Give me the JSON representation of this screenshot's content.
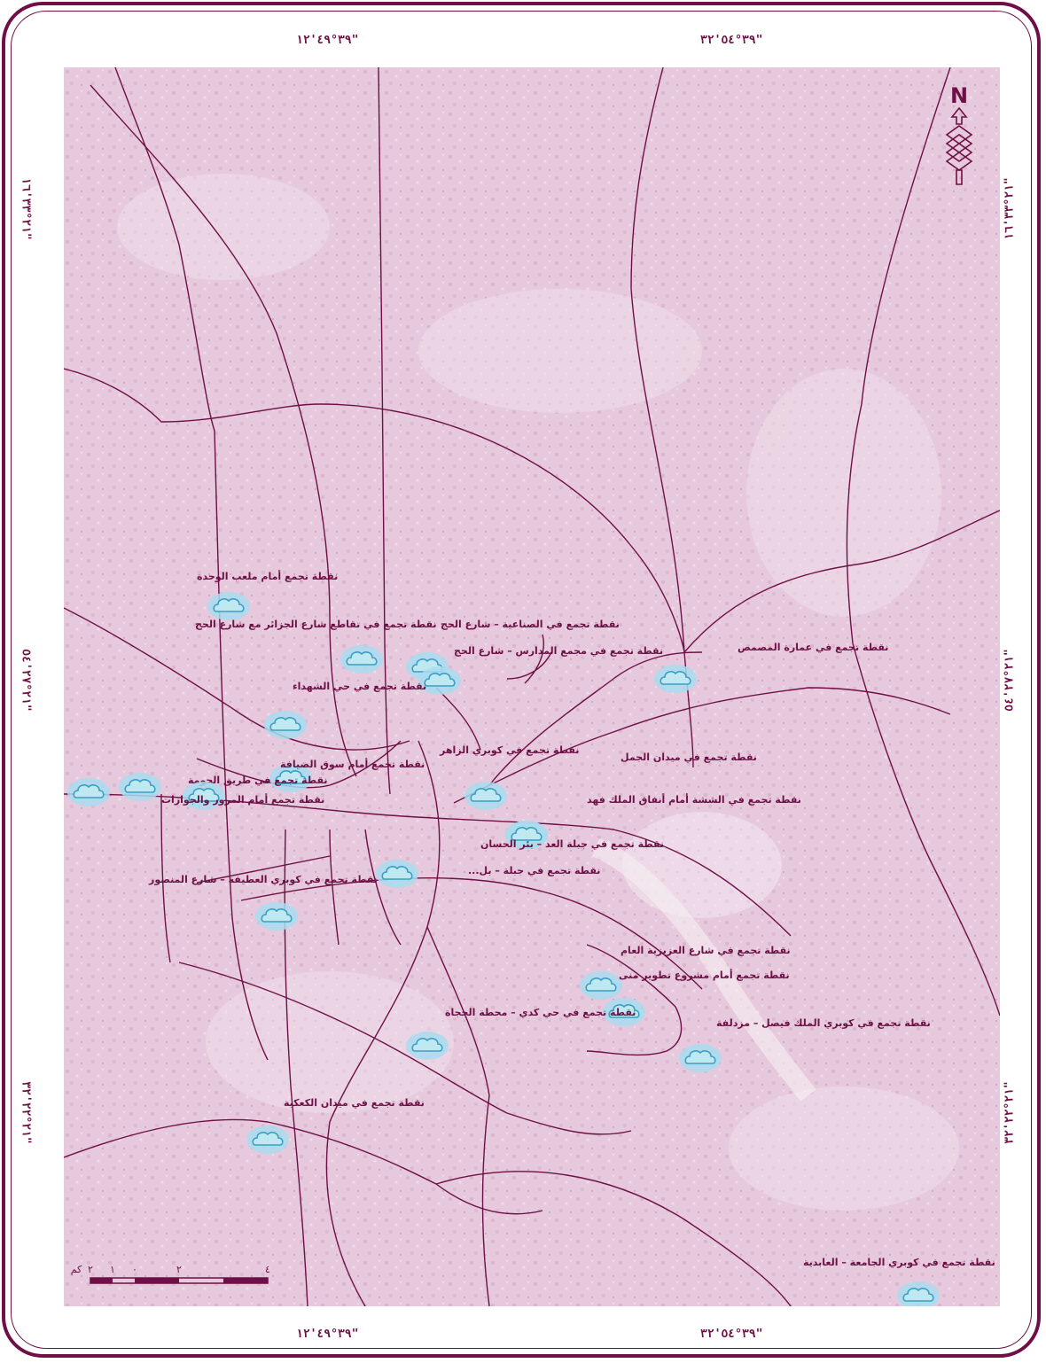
{
  "map": {
    "colors": {
      "background": "#e6c9dc",
      "line": "#6e0f45",
      "frame": "#6e0f45",
      "point_fill": "#bfe8f0",
      "point_stroke": "#3a9fc4",
      "halo": "#a9dcef"
    },
    "coordinates": {
      "top": [
        "٣٩°٤٩'١٢\"",
        "٣٩°٥٤'٣٢\""
      ],
      "bottom": [
        "٣٩°٤٩'١٢\"",
        "٣٩°٥٤'٣٢\""
      ],
      "left": [
        "٢١°٣٣'١٦\"",
        "٢١°٢٧'٥٤\"",
        "٢١°٢٢'٣٢\""
      ],
      "right": [
        "٢١°٣٣'١٦\"",
        "٢١°٢٧'٥٤\"",
        "٢١°٢٢'٣٢\""
      ]
    },
    "north_arrow": {
      "letter": "N",
      "icon": "north-arrow-icon"
    },
    "scale_bar": {
      "ticks": [
        "٢",
        "١",
        "٠",
        "٢",
        "٤"
      ],
      "unit": "كم"
    },
    "points": [
      {
        "label": "نقطة تجمع أمام ملعب الوحدة"
      },
      {
        "label": "نقطة تجمع في تقاطع شارع الجزائر مع شارع الحج"
      },
      {
        "label": "نقطة تجمع في الصناعية – شارع الحج"
      },
      {
        "label": "نقطة تجمع في مجمع المدارس – شارع الحج"
      },
      {
        "label": "نقطة تجمع في عمارة المصمص"
      },
      {
        "label": "نقطة تجمع في حي الشهداء"
      },
      {
        "label": "نقطة تجمع في كوبري الزاهر"
      },
      {
        "label": "نقطة تجمع أمام سوق الضيافة"
      },
      {
        "label": "نقطة تجمع في طريق الحومة"
      },
      {
        "label": "نقطة تجمع أمام المرور والجوازات"
      },
      {
        "label": "نقطة تجمع في ميدان الجمل"
      },
      {
        "label": "نقطة تجمع في الششة أمام أنفاق الملك فهد"
      },
      {
        "label": "نقطة تجمع في جبلة العد – بئر الحسان"
      },
      {
        "label": "نقطة تجمع في جبلة – بل..."
      },
      {
        "label": "نقطة تجمع في كوبري العطيفة – شارع المنصور"
      },
      {
        "label": "نقطة تجمع في شارع العزيزية العام"
      },
      {
        "label": "نقطة تجمع أمام مشروع تطوير منى"
      },
      {
        "label": "نقطة تجمع في حي كدي – محطة الحجاة"
      },
      {
        "label": "نقطة تجمع في كوبري الملك فيصل – مزدلفة"
      },
      {
        "label": "نقطة تجمع في ميدان الكعكية"
      },
      {
        "label": "نقطة تجمع في كوبري الجامعة – العابدية"
      }
    ]
  }
}
